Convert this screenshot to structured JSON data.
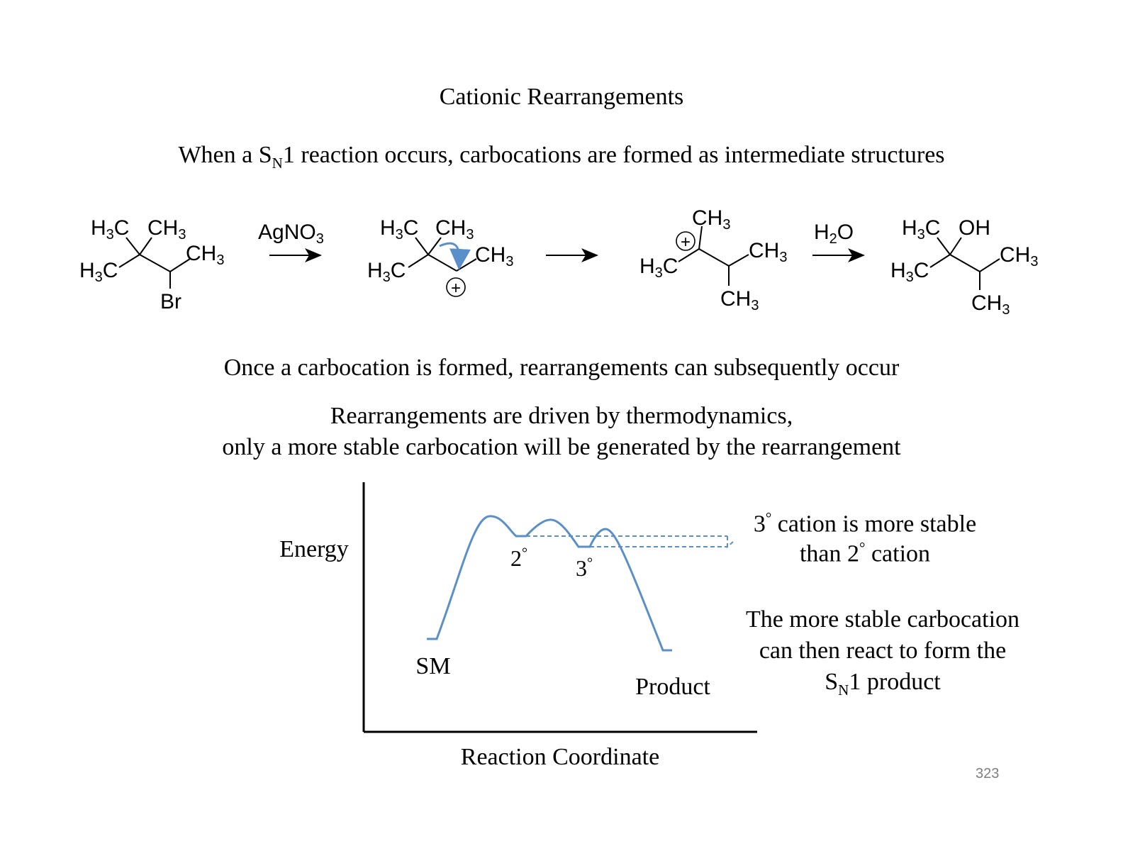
{
  "slide": {
    "title": "Cationic Rearrangements",
    "intro": {
      "pre": "When a S",
      "sub": "N",
      "post": "1 reaction occurs, carbocations are formed as intermediate structures"
    },
    "once_text": "Once a carbocation is formed, rearrangements can subsequently occur",
    "driven_line1": "Rearrangements are driven by thermodynamics,",
    "driven_line2": "only a more stable carbocation will be generated by the rearrangement",
    "page_number": "323"
  },
  "reaction": {
    "sm": {
      "h3c_a": "H",
      "c3": "3",
      "c": "C",
      "ch": "CH",
      "br": "Br"
    },
    "reagent1": {
      "ag": "AgNO",
      "three": "3"
    },
    "reagent2": {
      "h": "H",
      "two": "2",
      "o": "O"
    },
    "labels": {
      "h": "H",
      "three": "3",
      "c": "C",
      "ch": "CH",
      "oh": "OH",
      "plus": "+"
    }
  },
  "energy_diagram": {
    "y_label": "Energy",
    "x_label": "Reaction Coordinate",
    "labels": {
      "sm": "SM",
      "secondary": "2",
      "tertiary": "3",
      "degree": "°",
      "product": "Product"
    },
    "curve_color": "#5b8fc9",
    "stability_note": {
      "line1_num": "3",
      "line1_deg": "°",
      "line1_rest": " cation is more stable",
      "line2_pre": "than 2",
      "line2_deg": "°",
      "line2_rest": " cation"
    },
    "product_note": {
      "line1": "The more stable carbocation",
      "line2": "can then react to form the",
      "line3_pre": "S",
      "line3_sub": "N",
      "line3_post": "1 product"
    }
  }
}
